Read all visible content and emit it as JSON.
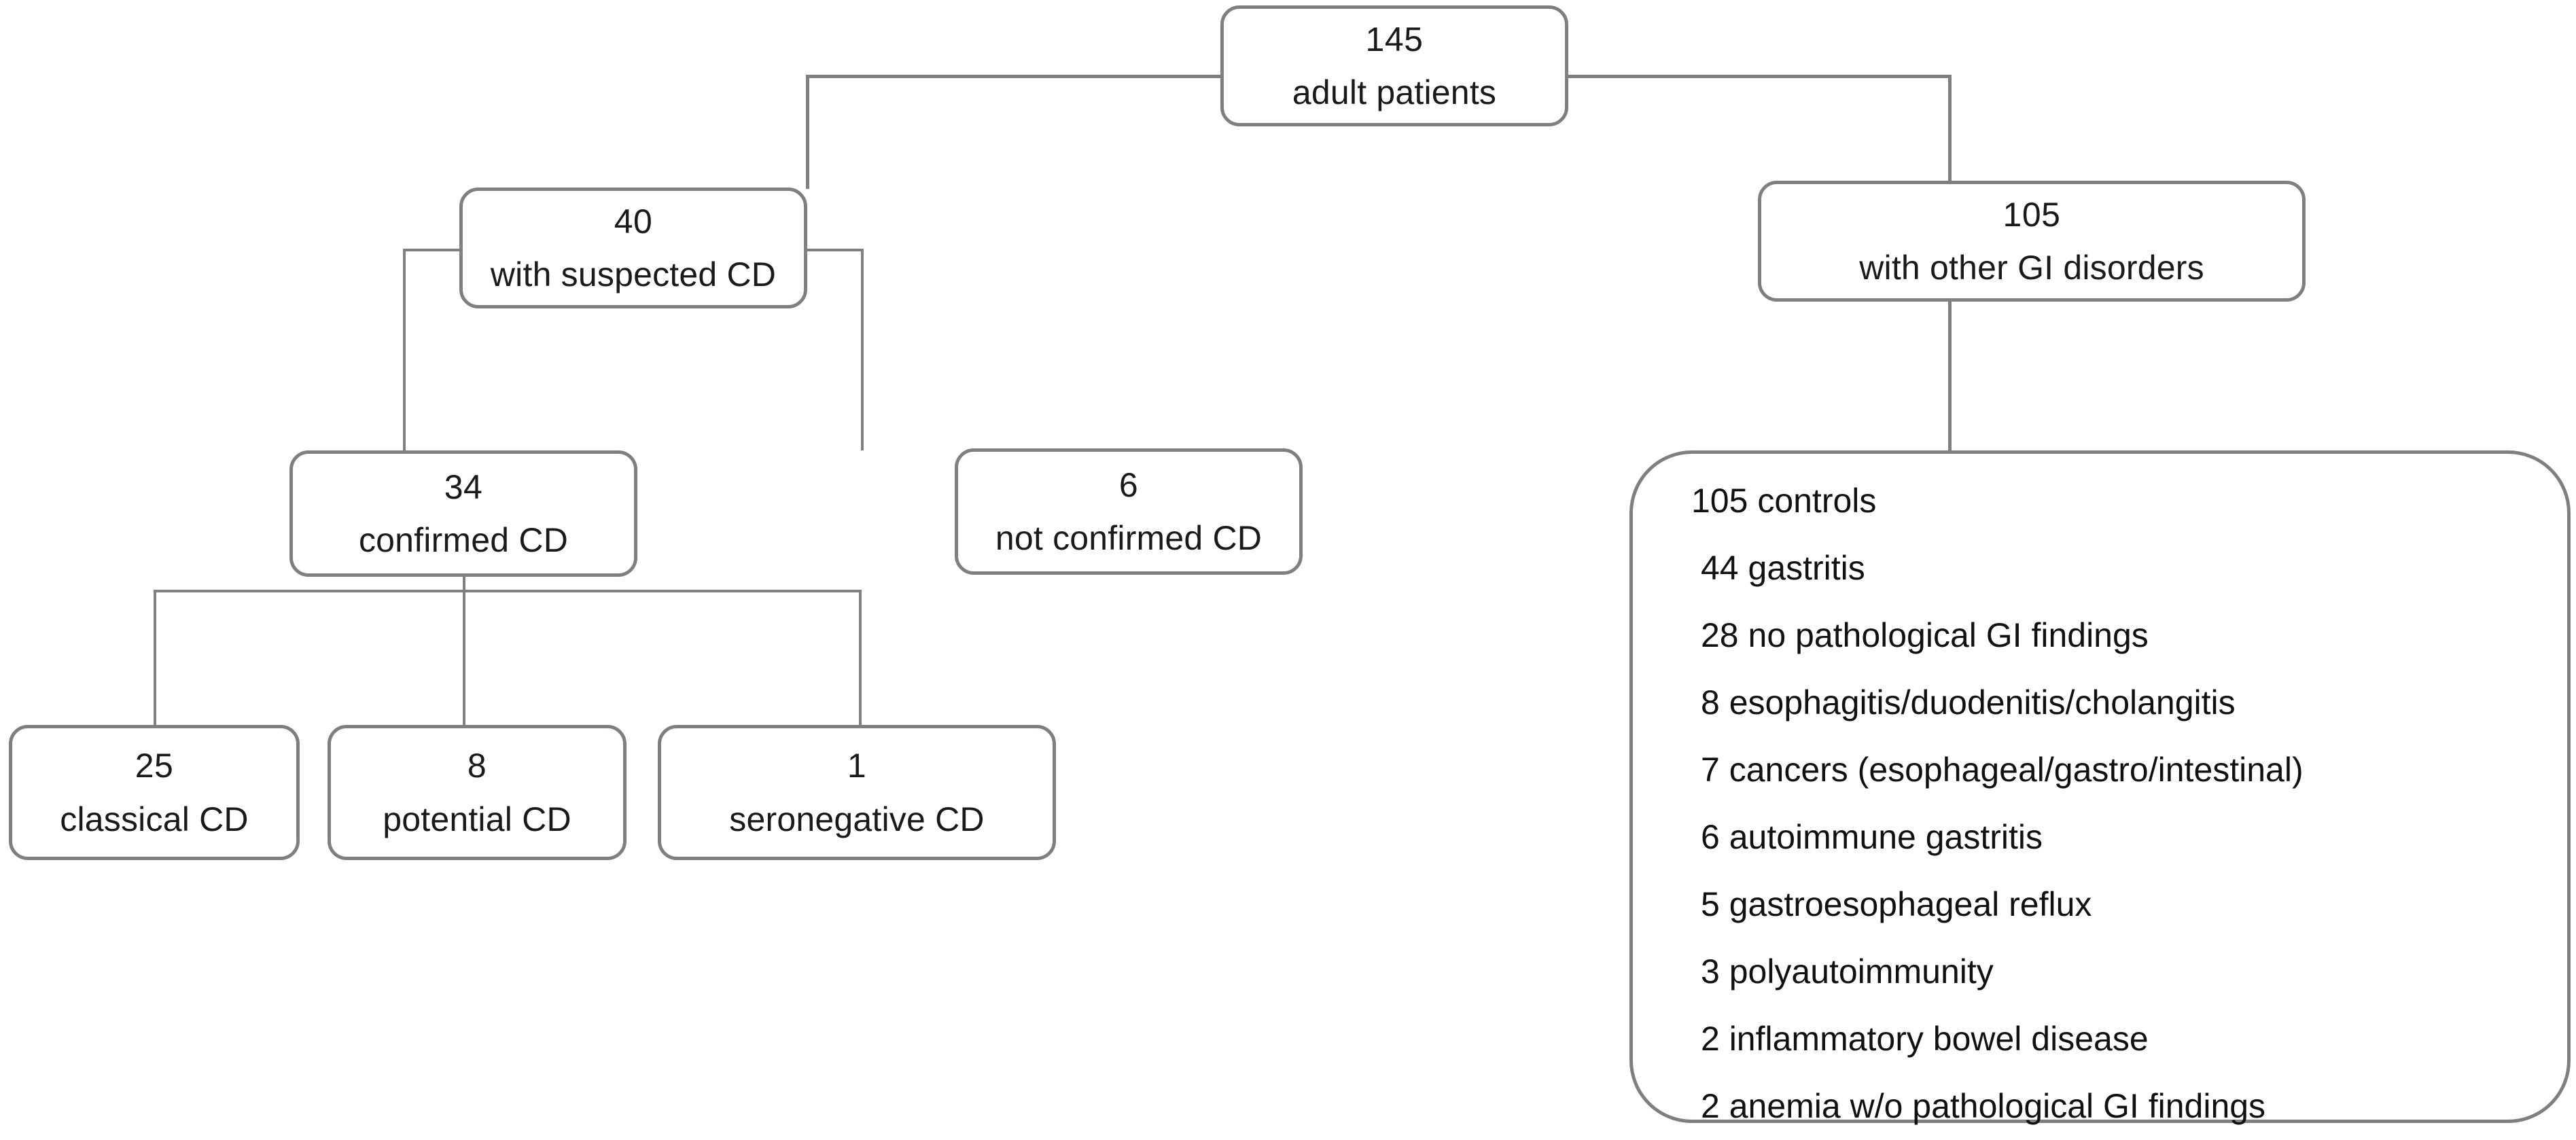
{
  "diagram": {
    "title": "Adult patient enrollment flow",
    "colors": {
      "stroke": "#7f7f7f",
      "text": "#111111",
      "background": "#ffffff"
    },
    "nodes": {
      "root": {
        "count": "145",
        "label": "adult patients"
      },
      "suspected": {
        "count": "40",
        "label": "with suspected CD"
      },
      "other": {
        "count": "105",
        "label": "with other GI disorders"
      },
      "confirmed": {
        "count": "34",
        "label": "confirmed CD"
      },
      "not_confirmed": {
        "count": "6",
        "label": "not confirmed CD"
      },
      "classical": {
        "count": "25",
        "label": "classical CD"
      },
      "potential": {
        "count": "8",
        "label": "potential CD"
      },
      "seronegative": {
        "count": "1",
        "label": "seronegative CD"
      }
    },
    "controls": {
      "heading": "105 controls",
      "items": [
        "44 gastritis",
        "28 no pathological GI findings",
        "8 esophagitis/duodenitis/cholangitis",
        "7 cancers (esophageal/gastro/intestinal)",
        "6 autoimmune gastritis",
        "5 gastroesophageal reflux",
        "3 polyautoimmunity",
        "2 inflammatory bowel disease",
        "2 anemia w/o pathological GI findings"
      ]
    }
  }
}
